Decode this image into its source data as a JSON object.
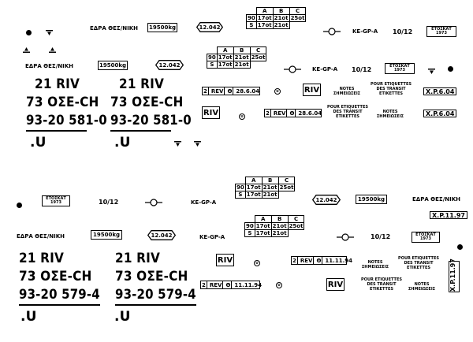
{
  "wagon1": {
    "owner": "ΕΔΡΑ ΘΕΣ/ΝΙΚΗ",
    "tare": "19500kg",
    "length": "12.042",
    "speed": "10/12",
    "brake": "KE-GP-A",
    "etoskat": "ΕΤΟΣΚΑΤ",
    "year": "1973",
    "riv": "21 RIV",
    "line2": "73 ΟΣΕ-CH",
    "number": "93-20 581-0",
    "u": ".U",
    "rivbox": "RIV",
    "rev_code": "2",
    "rev": "REV",
    "rev_site": "Θ",
    "rev_date": "28.6.04",
    "circle": "υ",
    "notes": [
      "NOTES",
      "ΣΗΜΕΙΩΣΕΙΣ"
    ],
    "pour": [
      "POUR ETIQUETTES",
      "DES TRANSIT",
      "ETIKETTES"
    ],
    "xp": "X.P.6.04",
    "load_table": {
      "header": [
        "A",
        "B",
        "C"
      ],
      "rows": [
        [
          "90",
          "17ot",
          "21ot",
          "25ot"
        ],
        [
          "S",
          "17ot",
          "21ot",
          ""
        ]
      ]
    }
  },
  "wagon2": {
    "owner": "ΕΔΡΑ ΘΕΣ/ΝΙΚΗ",
    "tare": "19500kg",
    "length": "12.042",
    "speed": "10/12",
    "brake": "KE-GP-A",
    "etoskat": "ΕΤΟΣΚΑΤ",
    "year": "1973",
    "riv": "21 RIV",
    "line2": "73 ΟΣΕ-CH",
    "number": "93-20 579-4",
    "u": ".U",
    "rivbox": "RIV",
    "rev_code": "2",
    "rev": "REV",
    "rev_site": "Θ",
    "rev_date": "11.11.94",
    "circle": "υ",
    "notes": [
      "NOTES",
      "ΣΗΜΕΙΩΣΕΙΣ"
    ],
    "pour": [
      "POUR ETIQUETTES",
      "DES TRANSIT",
      "ETIKETTES"
    ],
    "xp": "X.P.11.97",
    "load_table": {
      "header": [
        "A",
        "B",
        "C"
      ],
      "rows": [
        [
          "90",
          "17ot",
          "21ot",
          "25ot"
        ],
        [
          "S",
          "17ot",
          "21ot",
          ""
        ]
      ]
    }
  },
  "icons": [
    "dot-marker-icon",
    "t-marker-icon",
    "brake-wheel-icon",
    "hexagon-length-icon"
  ]
}
